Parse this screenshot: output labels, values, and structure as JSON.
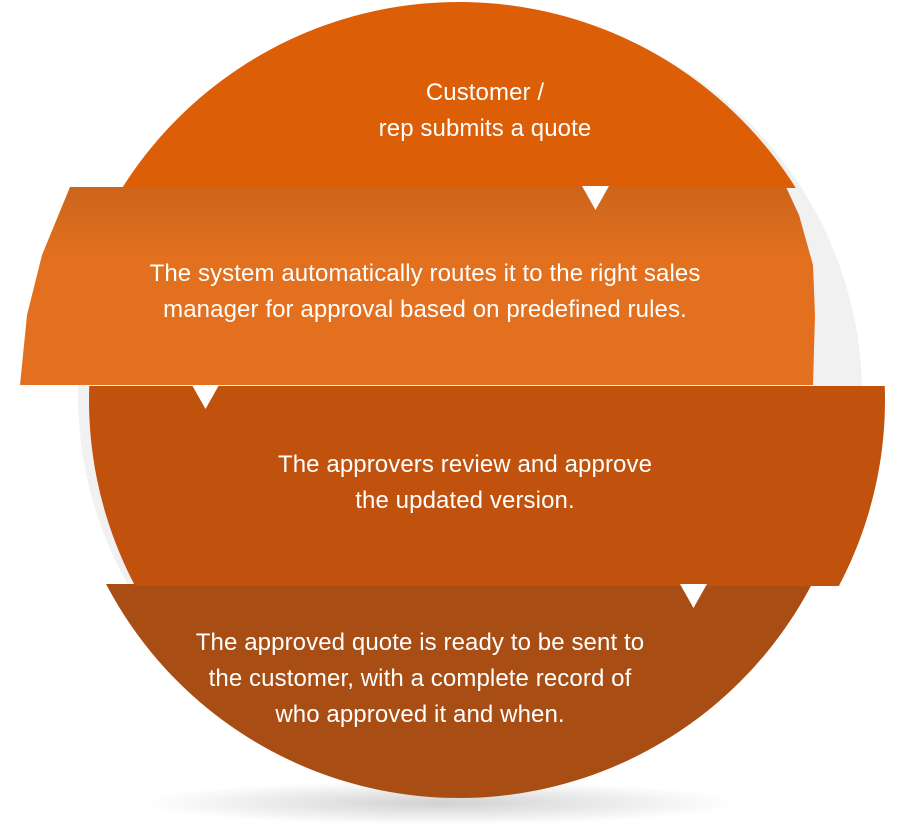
{
  "steps": [
    {
      "text": "Customer /\nrep submits a quote",
      "color": "#DC5E06"
    },
    {
      "text": "The system automatically routes it to the right sales\nmanager for approval based on predefined rules.",
      "color": "#E2701E"
    },
    {
      "text": "The approvers review and approve\nthe updated version.",
      "color": "#C0520E"
    },
    {
      "text": "The approved quote is ready to be sent to\nthe customer, with a complete record of\nwho approved it and when.",
      "color": "#A84E14"
    }
  ],
  "arrow_icon": "down-triangle-icon",
  "arrow_color": "#FFFFFF",
  "background_color": "#FFFFFF"
}
